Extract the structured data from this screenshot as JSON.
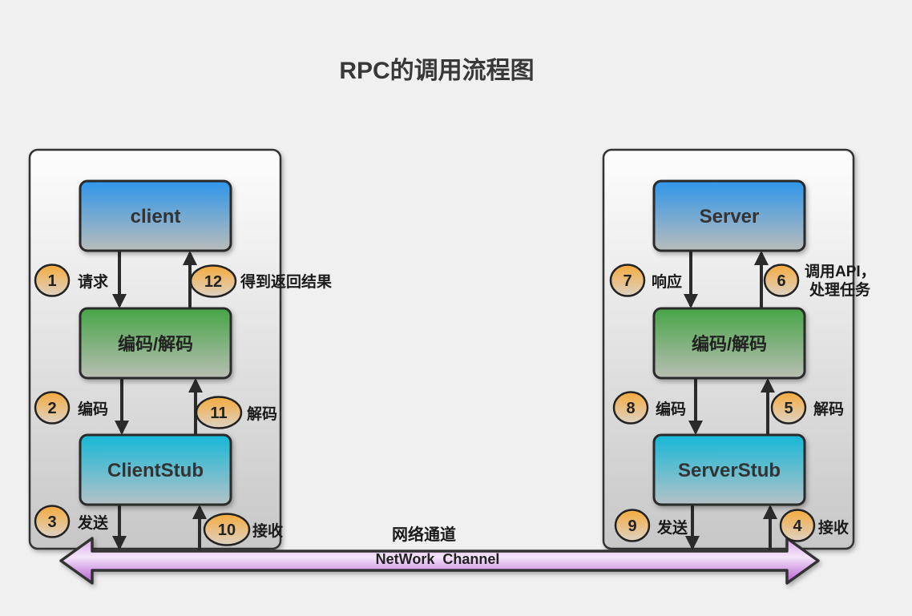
{
  "title": "RPC的调用流程图",
  "left_panel": {
    "client": "client",
    "codec": "编码/解码",
    "stub": "ClientStub"
  },
  "right_panel": {
    "server": "Server",
    "codec": "编码/解码",
    "stub": "ServerStub"
  },
  "steps": {
    "s1": {
      "num": "1",
      "label": "请求"
    },
    "s2": {
      "num": "2",
      "label": "编码"
    },
    "s3": {
      "num": "3",
      "label": "发送"
    },
    "s4": {
      "num": "4",
      "label": "接收"
    },
    "s5": {
      "num": "5",
      "label": "解码"
    },
    "s6": {
      "num": "6",
      "label_line1": "调用API，",
      "label_line2": "处理任务"
    },
    "s7": {
      "num": "7",
      "label": "响应"
    },
    "s8": {
      "num": "8",
      "label": "编码"
    },
    "s9": {
      "num": "9",
      "label": "发送"
    },
    "s10": {
      "num": "10",
      "label": "接收"
    },
    "s11": {
      "num": "11",
      "label": "解码"
    },
    "s12": {
      "num": "12",
      "label": "得到返回结果"
    }
  },
  "network_channel": {
    "label_zh": "网络通道",
    "label_en": "NetWork  Channel"
  },
  "colors": {
    "background": "#f0f0f0",
    "container_top": "#fdfdfd",
    "container_bottom": "#c7c7c7",
    "box_blue_top": "#2f96ea",
    "box_blue_bottom": "#b9bcbb",
    "box_green_top": "#46a546",
    "box_green_bottom": "#b9beb4",
    "box_cyan_top": "#16b8d8",
    "box_cyan_bottom": "#b4c2c6",
    "badge_top": "#f5ab3e",
    "badge_bottom": "#ddd2c3",
    "band_top": "#dba7e9",
    "band_mid": "#f4e4f9",
    "band_bottom": "#b55cd2",
    "stroke_dark": "#2b2b2b"
  }
}
